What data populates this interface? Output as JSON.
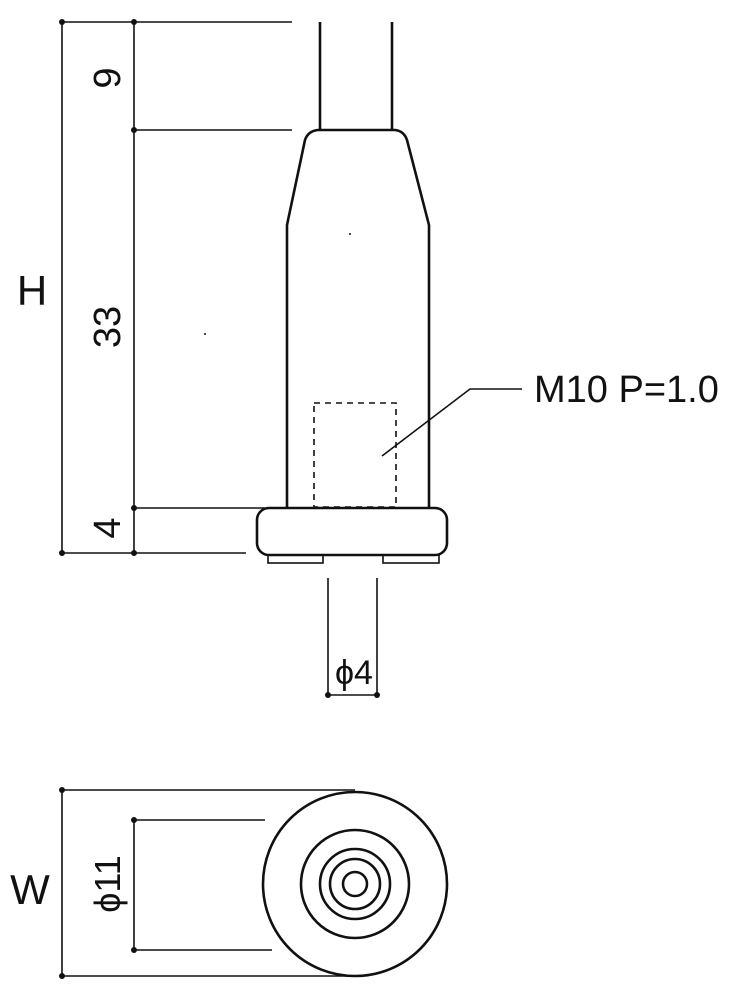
{
  "labels": {
    "dim_top": "9",
    "dim_middle": "33",
    "dim_bottom": "4",
    "dim_overall": "H",
    "thread_spec": "M10 P=1.0",
    "dim_pin": "ϕ4",
    "dim_diameter": "ϕ11",
    "dim_width": "W"
  },
  "colors": {
    "line": "#111111",
    "background": "#ffffff"
  }
}
